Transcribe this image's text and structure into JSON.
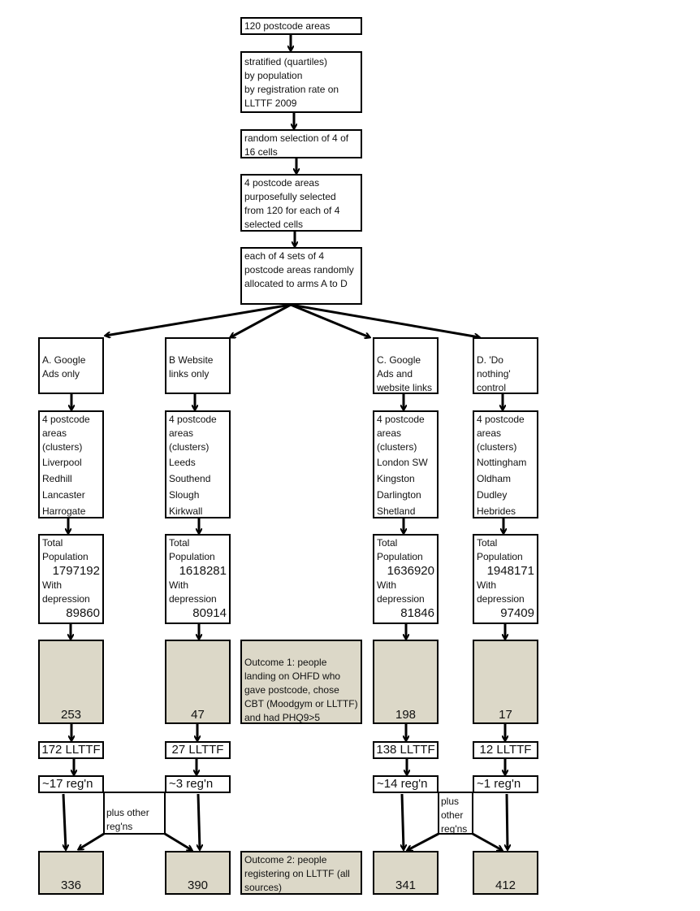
{
  "steps": [
    "120 postcode areas",
    "stratified (quartiles)\nby population\nby registration rate on LLTTF 2009",
    "random selection of 4 of 16 cells",
    "4 postcode areas purposefully selected from 120 for each of 4 selected cells",
    "each of 4 sets of 4 postcode areas randomly allocated to arms A to D"
  ],
  "arms": [
    {
      "label": "A. Google Ads only",
      "clusters_title": "4 postcode areas (clusters)",
      "clusters": [
        "Liverpool",
        "Redhill",
        "Lancaster",
        "Harrogate"
      ],
      "population_label": "Total Population",
      "population": "1797192",
      "depression_label": "With depression",
      "depression": "89860",
      "outcome1": "253",
      "lltff": "172 LLTTF",
      "regn": "~17 reg'n",
      "outcome2": "336"
    },
    {
      "label": "B Website links only",
      "clusters_title": "4 postcode areas (clusters)",
      "clusters": [
        "Leeds",
        "Southend",
        "Slough",
        "Kirkwall"
      ],
      "population_label": "Total Population",
      "population": "1618281",
      "depression_label": "With depression",
      "depression": "80914",
      "outcome1": "47",
      "lltff": "27 LLTTF",
      "regn": "~3 reg'n",
      "outcome2": "390"
    },
    {
      "label": "C. Google Ads and website links",
      "clusters_title": "4 postcode areas (clusters)",
      "clusters": [
        "London SW",
        "Kingston",
        "Darlington",
        "Shetland"
      ],
      "population_label": "Total Population",
      "population": "1636920",
      "depression_label": "With depression",
      "depression": "81846",
      "outcome1": "198",
      "lltff": "138 LLTTF",
      "regn": "~14 reg'n",
      "outcome2": "341"
    },
    {
      "label": "D. 'Do nothing' control",
      "clusters_title": "4 postcode areas (clusters)",
      "clusters": [
        "Nottingham",
        "Oldham",
        "Dudley",
        "Hebrides"
      ],
      "population_label": "Total Population",
      "population": "1948171",
      "depression_label": "With depression",
      "depression": "97409",
      "outcome1": "17",
      "lltff": "12 LLTTF",
      "regn": "~1 reg'n",
      "outcome2": "412"
    }
  ],
  "outcome1_label": "Outcome 1: people landing on OHFD who gave postcode, chose CBT (Moodgym or LLTTF) and had PHQ9>5",
  "outcome2_label": "Outcome 2: people registering on LLTTF (all sources)",
  "plus_left": "plus other\nreg'ns",
  "plus_right": "plus\nother\nreg'ns",
  "colors": {
    "outcome_fill": "#dcd8c8",
    "line": "#000000"
  }
}
